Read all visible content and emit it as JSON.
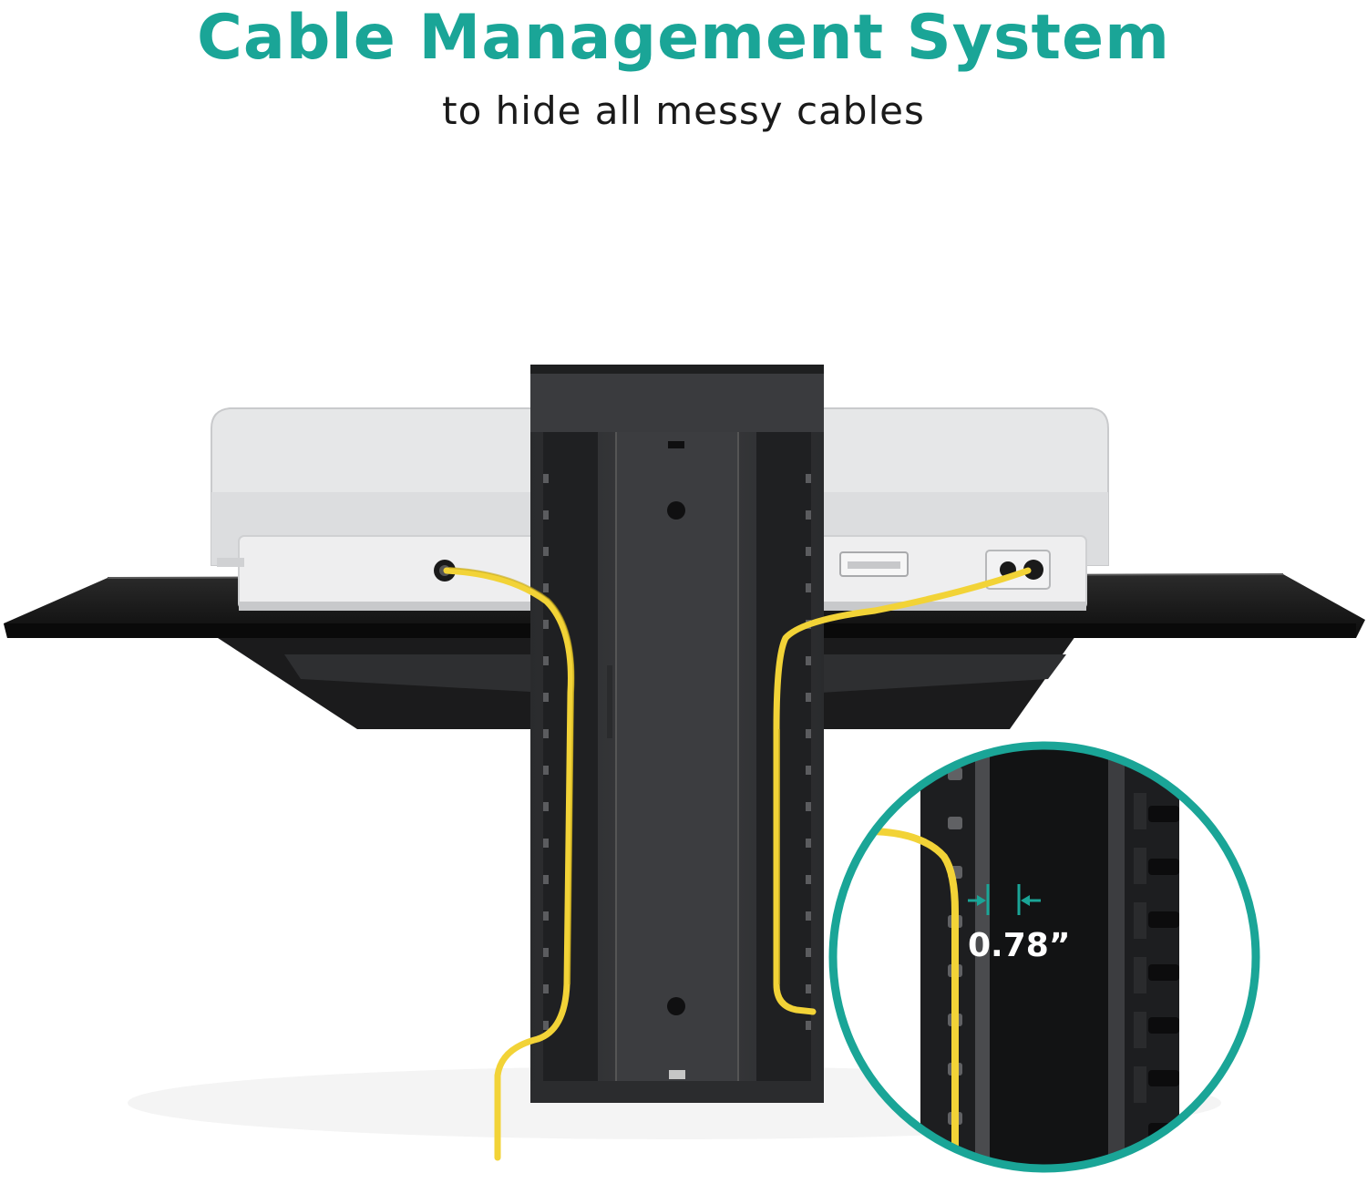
{
  "header": {
    "title": "Cable Management System",
    "subtitle": "to hide all messy cables"
  },
  "callout": {
    "gap_label": "0.78”"
  },
  "colors": {
    "accent": "#1aa597",
    "cable": "#f2d337",
    "column": "#333436",
    "device": "#e6e7e8",
    "shelf": "#111111"
  },
  "icons": {
    "dimension": "dimension-arrows-icon"
  }
}
